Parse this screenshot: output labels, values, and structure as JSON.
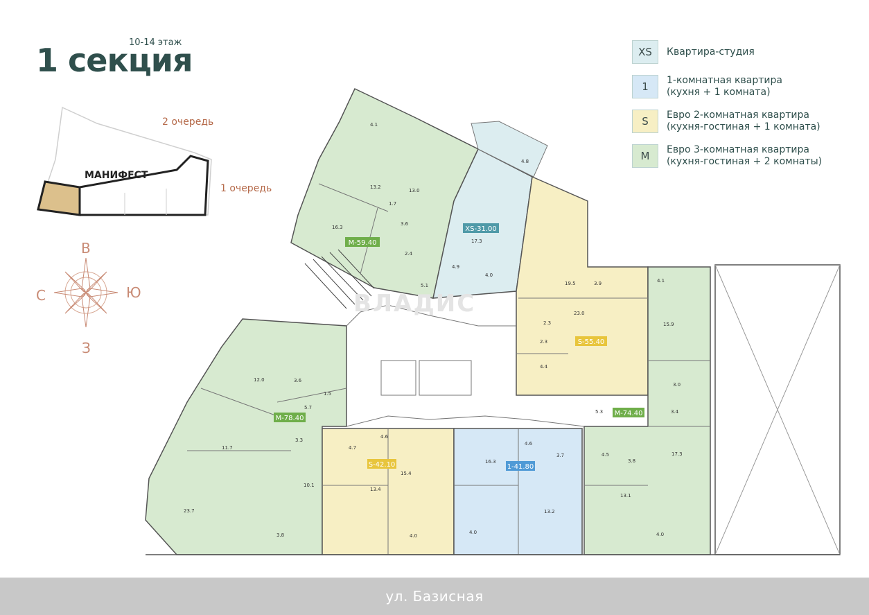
{
  "header": {
    "title": "1 секция",
    "floors": "10-14 этаж"
  },
  "site_map": {
    "queue_2": "2 очередь",
    "queue_1": "1 очередь",
    "brand": "МАНИФЕСТ"
  },
  "legend": {
    "items": [
      {
        "code": "XS",
        "text": "Квартира-студия",
        "color": "#dcedf0"
      },
      {
        "code": "1",
        "text": "1-комнатная квартира\n(кухня + 1 комната)",
        "color": "#d6e8f6"
      },
      {
        "code": "S",
        "text": "Евро 2-комнатная квартира\n(кухня-гостиная + 1 комната)",
        "color": "#f7efc4"
      },
      {
        "code": "M",
        "text": "Евро 3-комнатная квартира\n(кухня-гостиная + 2 комнаты)",
        "color": "#d7ead0"
      }
    ]
  },
  "compass": {
    "north": "В",
    "west": "С",
    "east": "Ю",
    "south": "З"
  },
  "apartments": [
    {
      "label": "M-59.40",
      "badge_color": "#6fae4a"
    },
    {
      "label": "XS-31.00",
      "badge_color": "#4f9aa8"
    },
    {
      "label": "S-55.40",
      "badge_color": "#e8c53c"
    },
    {
      "label": "M-78.40",
      "badge_color": "#6fae4a"
    },
    {
      "label": "M-74.40",
      "badge_color": "#6fae4a"
    },
    {
      "label": "S-42.10",
      "badge_color": "#e8c53c"
    },
    {
      "label": "1-41.80",
      "badge_color": "#4f9ad6"
    }
  ],
  "room_areas": [
    "4.1",
    "13.2",
    "13.0",
    "1.7",
    "16.3",
    "3.6",
    "2.4",
    "5.1",
    "17.3",
    "4.9",
    "4.0",
    "4.8",
    "19.5",
    "3.9",
    "23.0",
    "2.3",
    "2.3",
    "4.4",
    "4.1",
    "15.9",
    "3.0",
    "3.4",
    "5.3",
    "12.0",
    "3.6",
    "1.5",
    "5.7",
    "11.7",
    "3.3",
    "10.1",
    "23.7",
    "3.8",
    "4.7",
    "4.6",
    "15.4",
    "13.4",
    "4.0",
    "16.3",
    "4.6",
    "3.7",
    "13.2",
    "4.0",
    "4.5",
    "3.8",
    "17.3",
    "13.1",
    "4.0"
  ],
  "street": "ул. Базисная",
  "watermark": "ВЛАДИС"
}
